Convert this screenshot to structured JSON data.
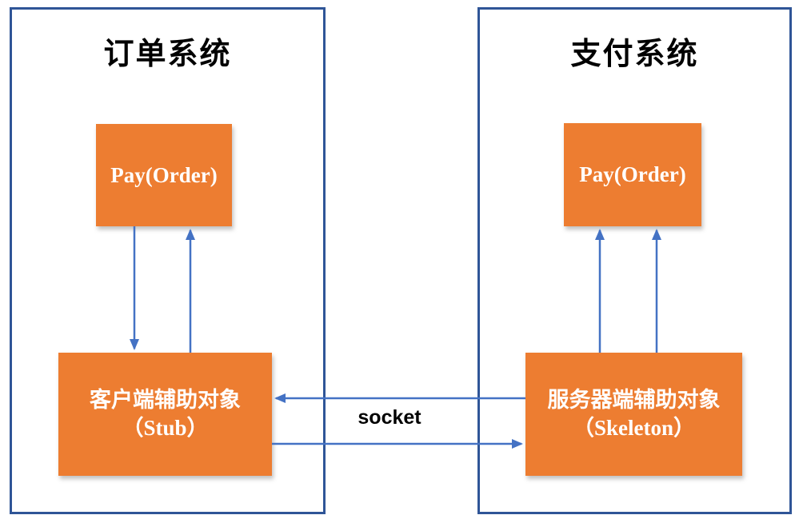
{
  "diagram": {
    "left_system": {
      "title": "订单系统",
      "top_box_label": "Pay(Order)",
      "bottom_box_line1": "客户端辅助对象",
      "bottom_box_line2": "（Stub）"
    },
    "right_system": {
      "title": "支付系统",
      "top_box_label": "Pay(Order)",
      "bottom_box_line1": "服务器端辅助对象",
      "bottom_box_line2": "（Skeleton）"
    },
    "connection_label": "socket",
    "colors": {
      "box_fill": "#ED7D31",
      "arrow": "#4472C4",
      "frame_border": "#2F5597",
      "box_text": "#FFFFFF",
      "title_text": "#000000"
    }
  }
}
